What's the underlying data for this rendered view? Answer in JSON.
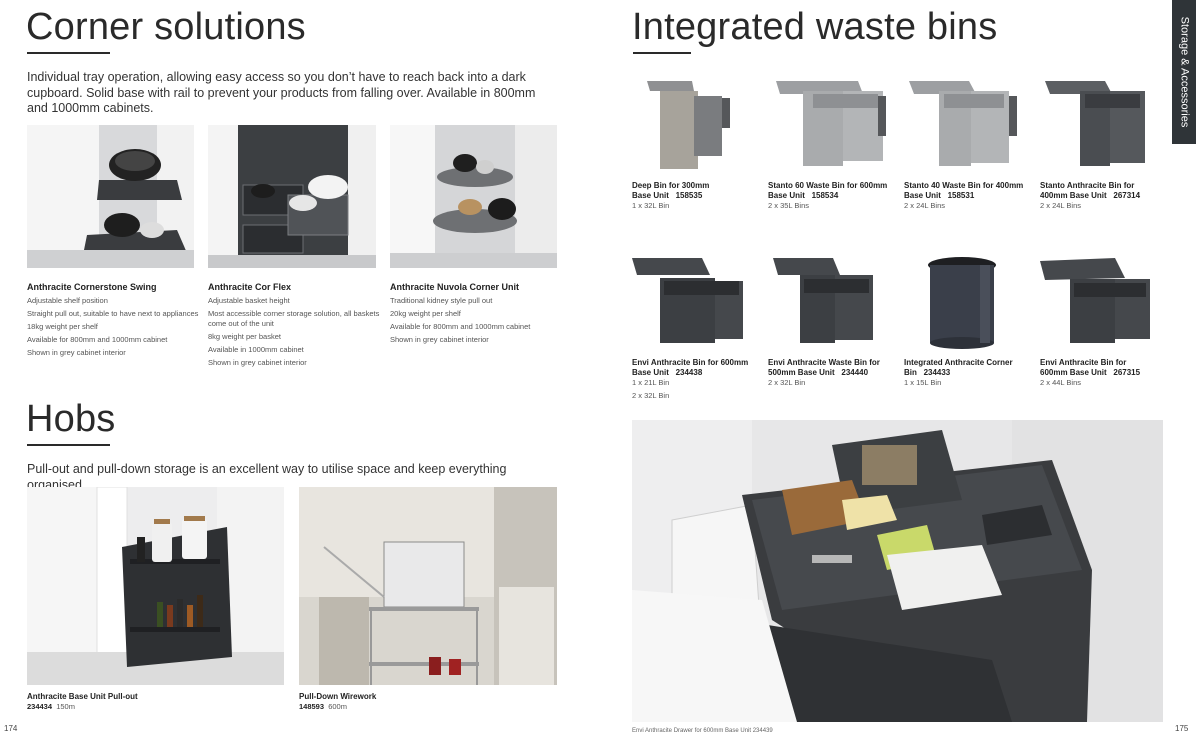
{
  "left": {
    "corner": {
      "title": "Corner solutions",
      "intro": "Individual tray operation, allowing easy access so you don’t have to reach back into a dark cupboard. Solid base with rail to prevent your products from falling over. Available in 800mm and 1000mm cabinets.",
      "items": [
        {
          "title": "Anthracite Cornerstone Swing",
          "lines": [
            "Adjustable shelf position",
            "Straight pull out, suitable to have next to appliances",
            "18kg weight per shelf",
            "Available for 800mm and 1000mm cabinet",
            "Shown in grey cabinet interior"
          ]
        },
        {
          "title": "Anthracite Cor Flex",
          "lines": [
            "Adjustable basket height",
            "Most accessible corner storage solution, all baskets come out of the unit",
            "8kg weight per basket",
            "Available in 1000mm cabinet",
            "Shown in grey cabinet interior"
          ]
        },
        {
          "title": "Anthracite Nuvola Corner Unit",
          "lines": [
            "Traditional kidney style pull out",
            "20kg weight per shelf",
            "Available for 800mm and 1000mm cabinet",
            "Shown in grey cabinet interior"
          ]
        }
      ]
    },
    "hobs": {
      "title": "Hobs",
      "intro": "Pull-out and pull-down storage is an excellent way to utilise space and keep everything organised.",
      "items": [
        {
          "title": "Anthracite Base Unit Pull-out",
          "code": "234434",
          "size": "150m"
        },
        {
          "title": "Pull-Down Wirework",
          "code": "148593",
          "size": "600m"
        }
      ]
    },
    "page_number": "174"
  },
  "right": {
    "title": "Integrated waste bins",
    "side_tab": "Storage & Accessories",
    "bins": [
      {
        "title": "Deep Bin for 300mm",
        "title2": "Base Unit",
        "code": "158535",
        "lines": [
          "1 x 32L Bin"
        ],
        "color": "#a7a39b"
      },
      {
        "title": "Stanto 60 Waste Bin for 600mm",
        "title2": "Base Unit",
        "code": "158534",
        "lines": [
          "2 x 35L Bins"
        ],
        "color": "#a9abad"
      },
      {
        "title": "Stanto 40 Waste Bin for 400mm",
        "title2": "Base Unit",
        "code": "158531",
        "lines": [
          "2 x 24L Bins"
        ],
        "color": "#a9abad"
      },
      {
        "title": "Stanto Anthracite Bin for",
        "title2": "400mm Base Unit",
        "code": "267314",
        "lines": [
          "2 x 24L Bins"
        ],
        "color": "#4a4d51"
      },
      {
        "title": "Envi Anthracite Bin for 600mm",
        "title2": "Base Unit",
        "code": "234438",
        "lines": [
          "1 x 21L Bin",
          "2 x 32L Bin"
        ],
        "color": "#3c3f43"
      },
      {
        "title": "Envi Anthracite Waste Bin for",
        "title2": "500mm Base Unit",
        "code": "234440",
        "lines": [
          "2 x 32L Bin"
        ],
        "color": "#3c3f43"
      },
      {
        "title": "Integrated Anthracite Corner",
        "title2": "Bin",
        "code": "234433",
        "lines": [
          "1 x 15L Bin"
        ],
        "color": "#3a3f4a"
      },
      {
        "title": "Envi Anthracite Bin for",
        "title2": "600mm Base Unit",
        "code": "267315",
        "lines": [
          "2 x 44L Bins"
        ],
        "color": "#3c3f43"
      }
    ],
    "drawer_caption": "Envi Anthracite Drawer for 600mm Base Unit  234439",
    "page_number": "175"
  }
}
